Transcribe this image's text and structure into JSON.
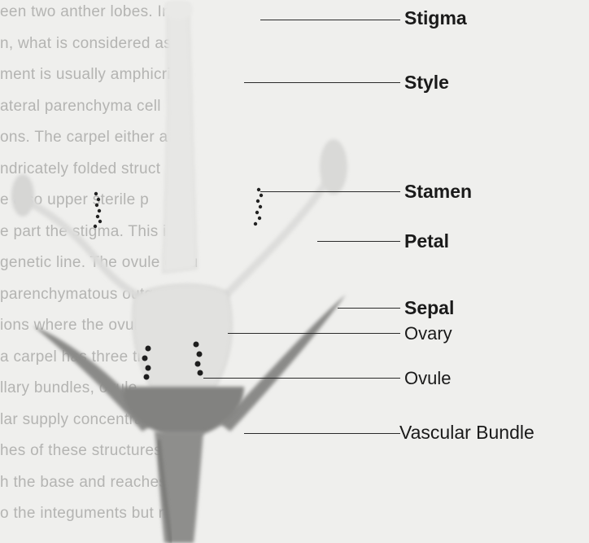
{
  "background_text": [
    "een two anther lobes. In",
    "n, what is considered as A",
    "ment is usually amphicri",
    "ateral parenchyma cell",
    "ons. The carpel either a",
    "ndricately folded struct",
    "e also upper sterile p",
    "e part the stigma. This is or",
    "genetic line. The ovule occu",
    "parenchymatous outgrow",
    "ions where the ovules",
    "a carpel has three trans",
    "llary bundles, ovule",
    "lar supply concentrates",
    "hes of these structures. N",
    "h the base and reaches t",
    "o the integuments but ne"
  ],
  "labels": {
    "stigma": "Stigma",
    "style": "Style",
    "stamen": "Stamen",
    "petal": "Petal",
    "sepal": "Sepal",
    "ovary": "Ovary",
    "ovule": "Ovule",
    "vascular_bundle": "Vascular Bundle"
  },
  "colors": {
    "background": "#efefed",
    "background_text": "#b4b4b2",
    "specimen_light": "#e4e4e2",
    "specimen_dark": "#7d7d7b",
    "label_text": "#1a1a1a"
  }
}
